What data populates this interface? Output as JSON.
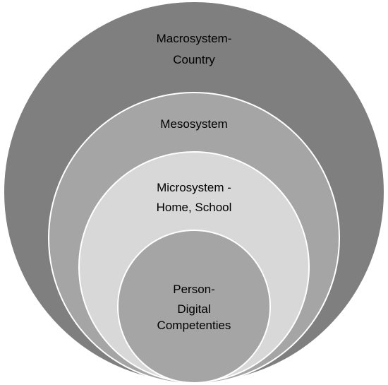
{
  "diagram": {
    "layers": [
      {
        "id": "macrosystem",
        "lines": [
          "Macrosystem-",
          "Country"
        ],
        "fill": "#7f7f7f"
      },
      {
        "id": "mesosystem",
        "lines": [
          "Mesosystem"
        ],
        "fill": "#a5a5a5"
      },
      {
        "id": "microsystem",
        "lines": [
          "Microsystem -",
          "Home, School"
        ],
        "fill": "#d8d8d8"
      },
      {
        "id": "person",
        "lines": [
          "Person-",
          "Digital",
          "Competenties"
        ],
        "fill": "#a5a5a5"
      }
    ],
    "stroke": "#ffffff"
  }
}
